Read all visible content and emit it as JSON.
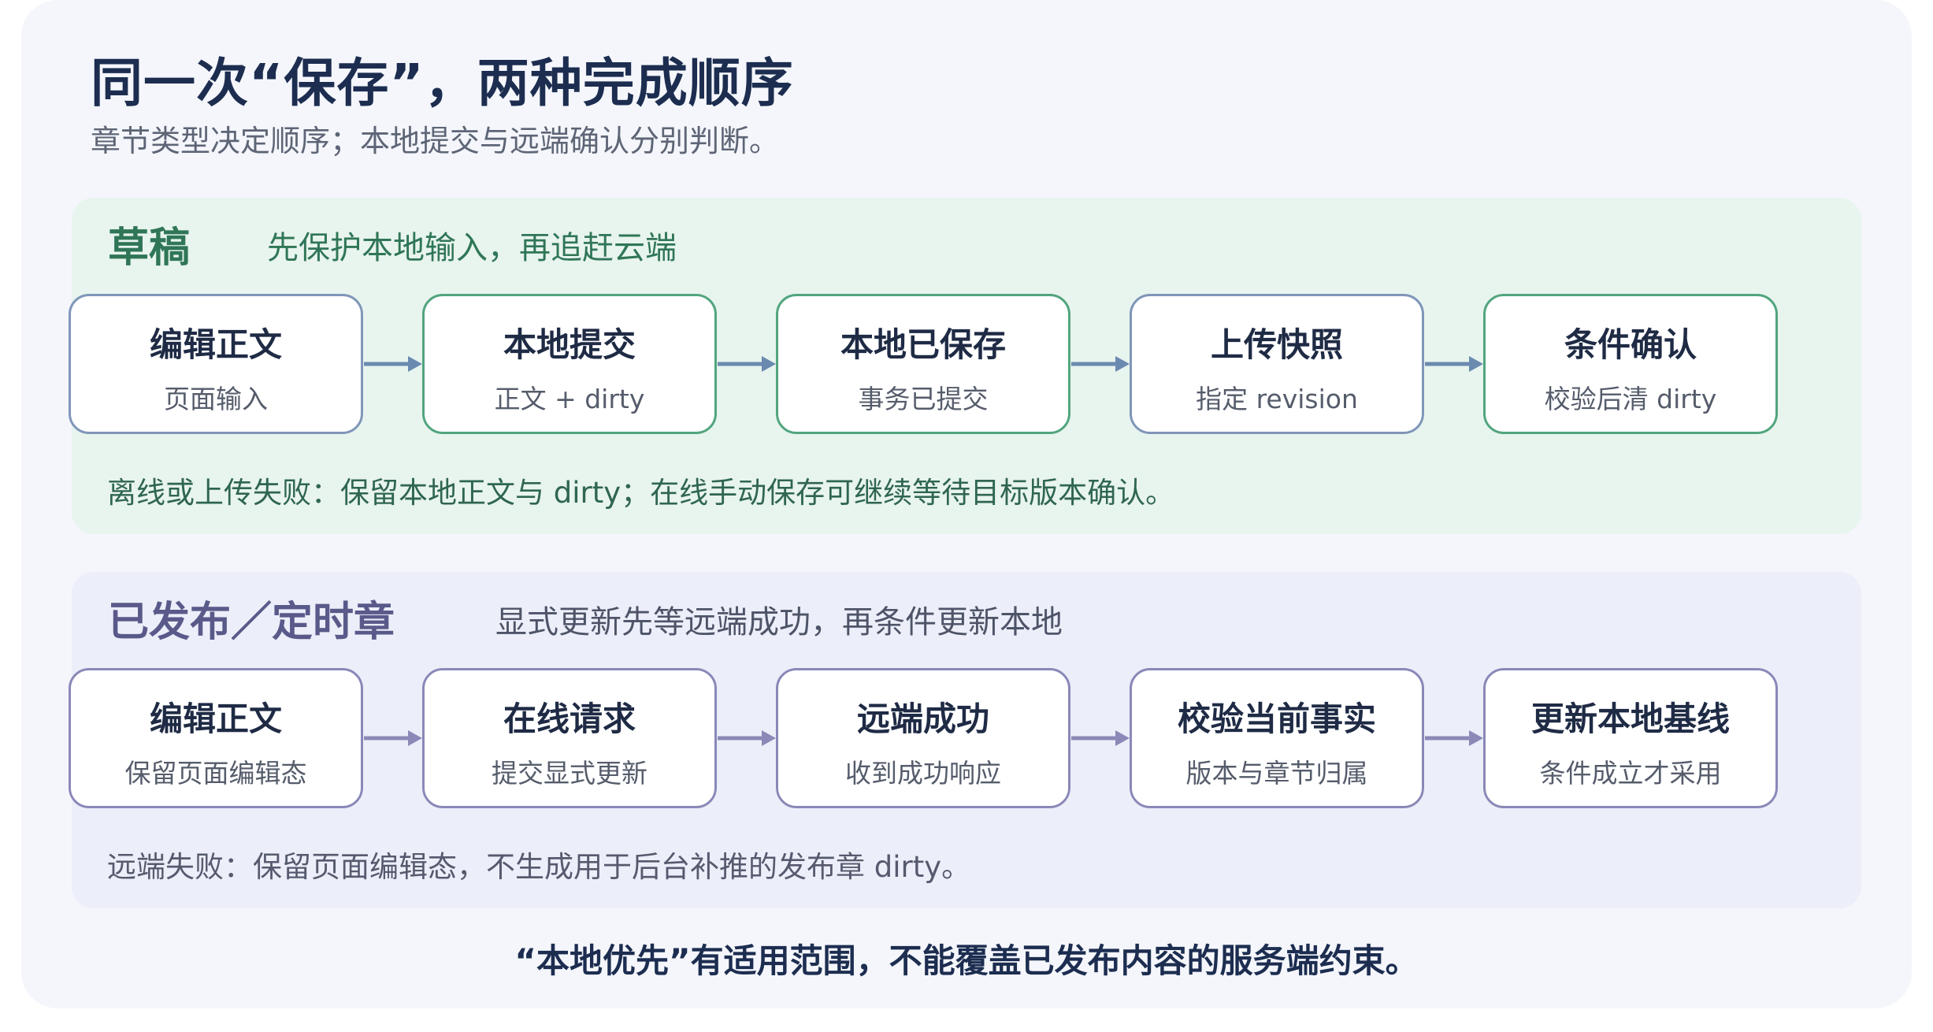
{
  "title": "同一次“保存”，两种完成顺序",
  "subtitle": "章节类型决定顺序；本地提交与远端确认分别判断。",
  "colors": {
    "background": "#f4f6fb",
    "green_panel": "#e8f4ee",
    "purple_panel": "#eceef9",
    "green_text": "#2f7657",
    "purple_text": "#59598a",
    "arrow_green": "#6b8ab0",
    "arrow_purple": "#8c89b8",
    "title_text": "#1c2d50"
  },
  "draft": {
    "title": "草稿",
    "description": "先保护本地输入，再追赶云端",
    "steps": [
      {
        "title": "编辑正文",
        "sub": "页面输入",
        "accent": "blue"
      },
      {
        "title": "本地提交",
        "sub": "正文 + dirty",
        "accent": "green"
      },
      {
        "title": "本地已保存",
        "sub": "事务已提交",
        "accent": "green"
      },
      {
        "title": "上传快照",
        "sub": "指定 revision",
        "accent": "blue"
      },
      {
        "title": "条件确认",
        "sub": "校验后清 dirty",
        "accent": "green"
      }
    ],
    "note": "离线或上传失败：保留本地正文与 dirty；在线手动保存可继续等待目标版本确认。"
  },
  "published": {
    "title": "已发布／定时章",
    "description": "显式更新先等远端成功，再条件更新本地",
    "steps": [
      {
        "title": "编辑正文",
        "sub": "保留页面编辑态"
      },
      {
        "title": "在线请求",
        "sub": "提交显式更新"
      },
      {
        "title": "远端成功",
        "sub": "收到成功响应"
      },
      {
        "title": "校验当前事实",
        "sub": "版本与章节归属"
      },
      {
        "title": "更新本地基线",
        "sub": "条件成立才采用"
      }
    ],
    "note": "远端失败：保留页面编辑态，不生成用于后台补推的发布章 dirty。"
  },
  "footer": "“本地优先”有适用范围，不能覆盖已发布内容的服务端约束。"
}
